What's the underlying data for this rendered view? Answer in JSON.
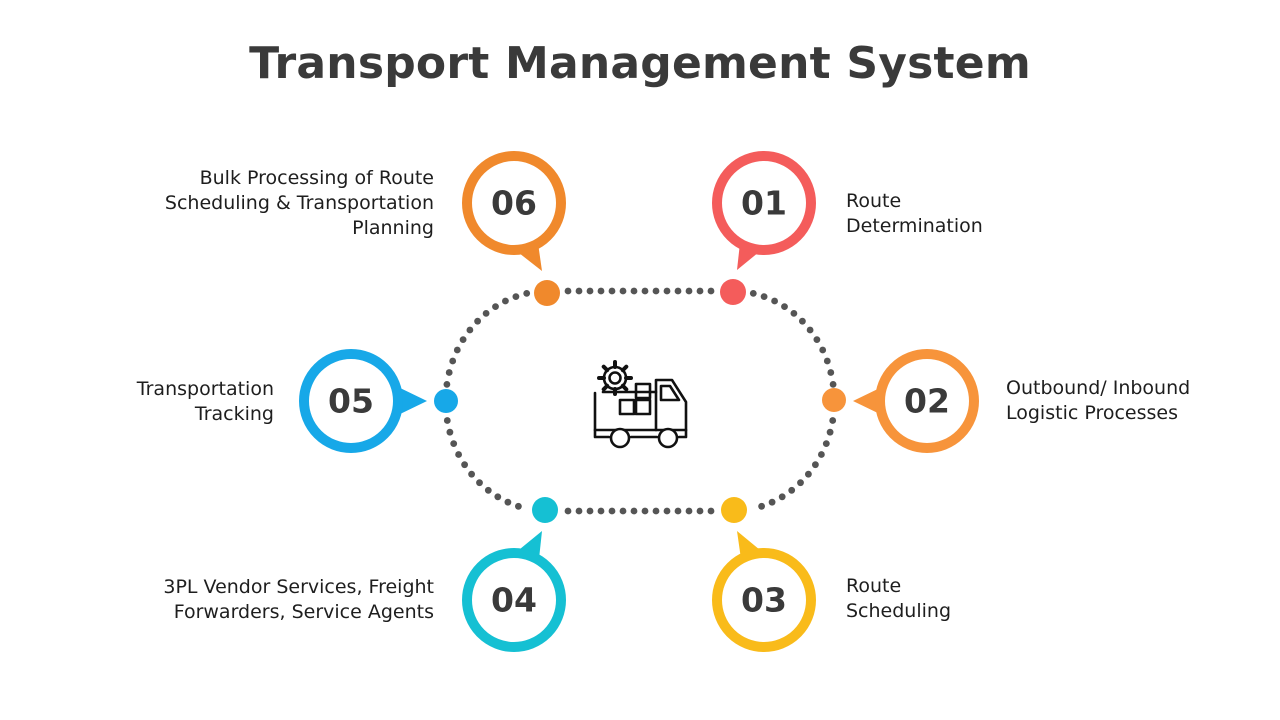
{
  "title": "Transport Management System",
  "center_icon": "delivery-truck-with-gear-icon",
  "colors": {
    "s01": "#f45c5b",
    "s02": "#f7943b",
    "s03": "#f9bb1a",
    "s04": "#15c0d3",
    "s05": "#17a8e8",
    "s06": "#f0892c",
    "dots": "#555555"
  },
  "steps": [
    {
      "number": "01",
      "lines": [
        "Route",
        "Determination"
      ]
    },
    {
      "number": "02",
      "lines": [
        "Outbound/ Inbound",
        "Logistic Processes"
      ]
    },
    {
      "number": "03",
      "lines": [
        "Route",
        "Scheduling"
      ]
    },
    {
      "number": "04",
      "lines": [
        "3PL Vendor Services, Freight",
        "Forwarders, Service Agents"
      ]
    },
    {
      "number": "05",
      "lines": [
        "Transportation",
        "Tracking"
      ]
    },
    {
      "number": "06",
      "lines": [
        "Bulk Processing of Route",
        "Scheduling & Transportation",
        "Planning"
      ]
    }
  ]
}
